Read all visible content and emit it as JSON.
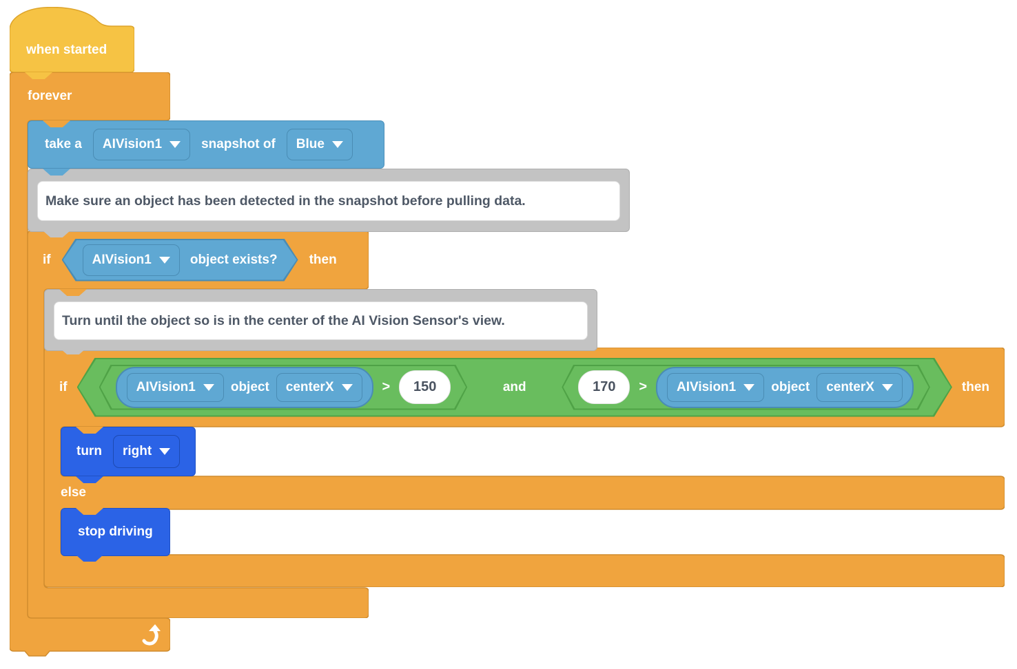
{
  "palette": {
    "event_yellow": "#f6c344",
    "control_orange": "#f0a43e",
    "sensing_blue": "#5fa8d3",
    "operator_green": "#69bd5e",
    "drivetrain_blue": "#2b63e6",
    "comment_gray": "#c3c3c3",
    "comment_text": "#4e5866"
  },
  "blocks": {
    "when_started": {
      "label": "when started"
    },
    "forever": {
      "label": "forever"
    },
    "take_snapshot": {
      "prefix": "take a",
      "device": "AIVision1",
      "middle": "snapshot of",
      "signature": "Blue"
    },
    "comment_detect": {
      "text": "Make sure an object has been detected in the snapshot before pulling data."
    },
    "if_exists": {
      "if_label": "if",
      "device": "AIVision1",
      "condition": "object exists?",
      "then_label": "then"
    },
    "comment_turn": {
      "text": "Turn until the object so is in the center of the AI Vision Sensor's view."
    },
    "if_center": {
      "if_label": "if",
      "and_label": "and",
      "then_label": "then",
      "else_label": "else",
      "left": {
        "device": "AIVision1",
        "object_label": "object",
        "property": "centerX",
        "operator": ">",
        "value": "150"
      },
      "right": {
        "value": "170",
        "operator": ">",
        "device": "AIVision1",
        "object_label": "object",
        "property": "centerX"
      }
    },
    "turn": {
      "label": "turn",
      "direction": "right"
    },
    "stop_driving": {
      "label": "stop driving"
    }
  }
}
